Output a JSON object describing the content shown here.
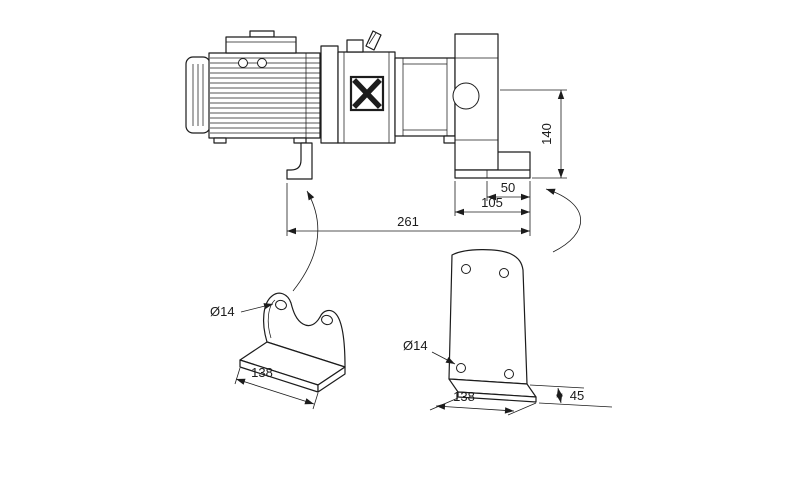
{
  "colors": {
    "ink": "#1c1c1c",
    "paper": "#ffffff"
  },
  "dims": {
    "d140": "140",
    "d50": "50",
    "d105": "105",
    "d261": "261",
    "dia14_left": "Ø14",
    "d138_left": "138",
    "dia14_right": "Ø14",
    "d138_right": "138",
    "d45": "45"
  }
}
